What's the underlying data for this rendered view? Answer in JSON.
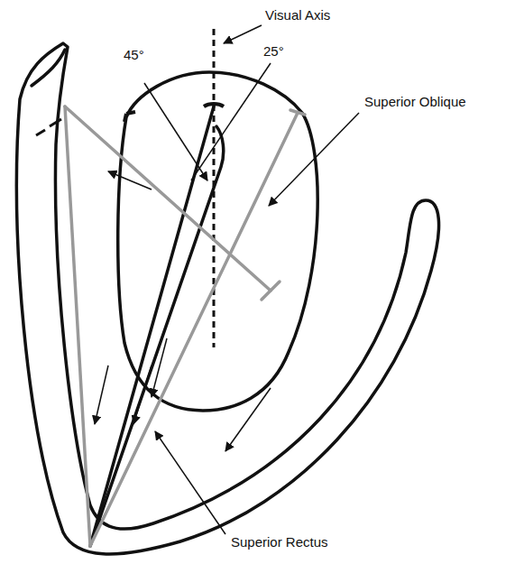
{
  "diagram": {
    "labels": [
      "Visual Axis",
      "45°",
      "25°",
      "Superior Oblique",
      "Superior Rectus"
    ]
  }
}
